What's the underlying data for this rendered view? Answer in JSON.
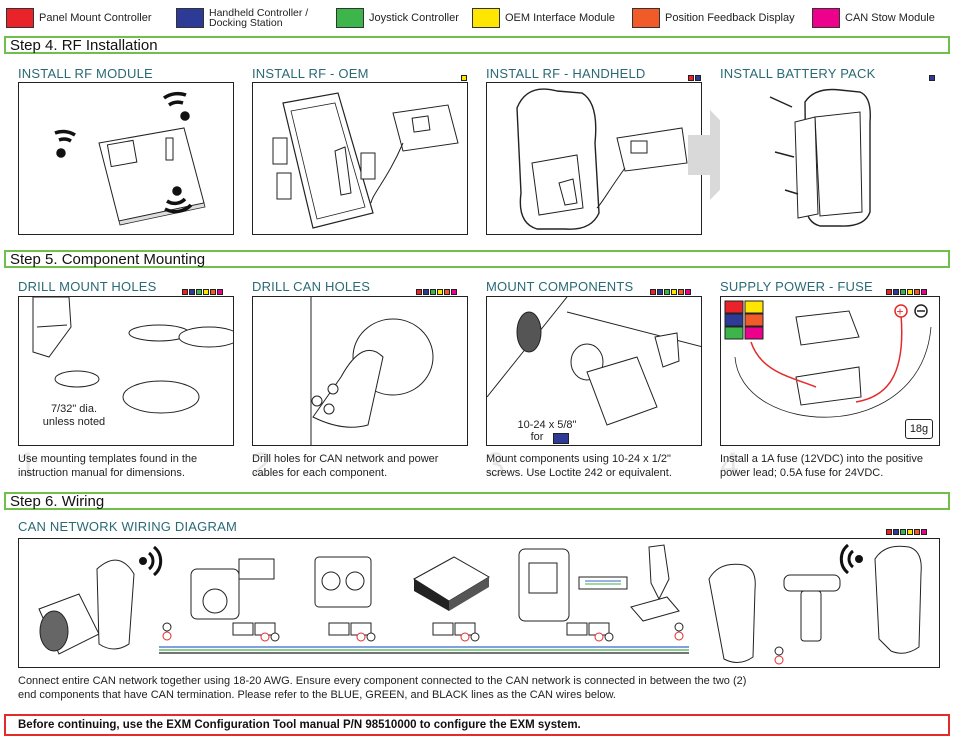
{
  "legend": [
    {
      "label": "Panel Mount Controller",
      "color": "#e8232a"
    },
    {
      "label": "Handheld Controller / Docking Station",
      "color": "#2d3a96"
    },
    {
      "label": "Joystick Controller",
      "color": "#3db54a"
    },
    {
      "label": "OEM Interface Module",
      "color": "#ffe600"
    },
    {
      "label": "Position Feedback Display",
      "color": "#f15a29"
    },
    {
      "label": "CAN Stow Module",
      "color": "#ec008c"
    }
  ],
  "step4": {
    "title": "Step 4. RF Installation",
    "panels": [
      {
        "heading": "INSTALL RF MODULE"
      },
      {
        "heading": "INSTALL RF - OEM"
      },
      {
        "heading": "INSTALL RF - HANDHELD"
      },
      {
        "heading": "INSTALL BATTERY PACK"
      }
    ]
  },
  "step5": {
    "title": "Step 5. Component Mounting",
    "panels": [
      {
        "heading": "DRILL MOUNT HOLES",
        "note": "7/32\" dia.\nunless noted",
        "caption": "Use mounting templates found in the instruction manual for dimensions.",
        "number": "1"
      },
      {
        "heading": "DRILL CAN HOLES",
        "caption": "Drill holes for CAN network and power cables for each component.",
        "number": "2"
      },
      {
        "heading": "MOUNT COMPONENTS",
        "note": "10-24 x 5/8\"",
        "note_for": "for",
        "caption": "Mount components using 10-24 x 1/2\" screws. Use Loctite 242 or equivalent.",
        "number": "3"
      },
      {
        "heading": "SUPPLY POWER - FUSE",
        "gauge": "18g",
        "caption": "Install a 1A fuse (12VDC) into the positive power lead; 0.5A fuse for 24VDC.",
        "number": "4"
      }
    ]
  },
  "step6": {
    "title": "Step 6. Wiring",
    "heading": "CAN NETWORK WIRING DIAGRAM",
    "body": "Connect entire CAN network together using 18-20 AWG. Ensure every component connected to the CAN network is connected in between the two (2) end components that have CAN termination. Please refer to the BLUE, GREEN, and BLACK lines as the CAN wires below."
  },
  "warning": "Before continuing, use the EXM Configuration Tool manual P/N 98510000 to configure the EXM system.",
  "colors": {
    "step_border": "#6fc04a",
    "heading": "#2a6a74",
    "warning_border": "#e52a2a",
    "can_blue": "#3a66c4",
    "can_green": "#3db54a",
    "can_black": "#222222",
    "power_red": "#e52a2a"
  }
}
